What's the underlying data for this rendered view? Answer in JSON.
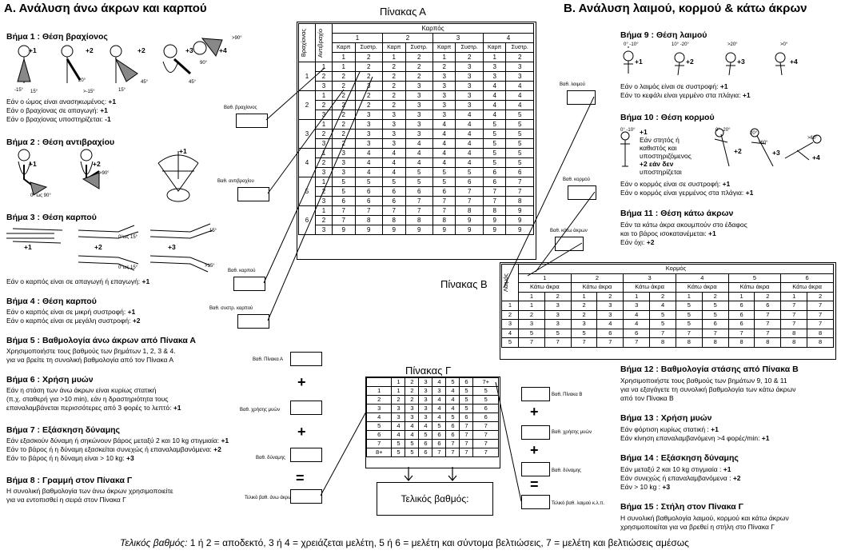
{
  "sectionA": {
    "title": "Α. Ανάλυση άνω άκρων και καρπού"
  },
  "sectionB": {
    "title": "Β. Ανάλυση λαιμού, κορμού & κάτω άκρων"
  },
  "step1": {
    "title": "Βήμα 1 : Θέση βραχίονος",
    "scores": [
      "+1",
      "+2",
      "+2",
      "+3",
      "+4"
    ],
    "angles": [
      "-15°",
      "15°",
      "20°",
      ">-15°",
      "15°",
      "45°",
      "45°",
      "90°",
      ">90°"
    ],
    "lines": [
      "Εάν ο ώμος είναι ανασηκωμένος: ",
      "Εάν ο βραχίονας σε απαγωγή: ",
      "Εάν ο βραχίονας υποστηρίζεται: "
    ],
    "vals": [
      "+1",
      "+1",
      "-1"
    ]
  },
  "step2": {
    "title": "Βήμα 2 : Θέση αντιβραχίου",
    "scores": [
      "+1",
      "+2",
      "+1"
    ],
    "angles": [
      "0° ως 90°",
      ">90°"
    ]
  },
  "step3": {
    "title": "Βήμα 3 : Θέση καρπού",
    "scores": [
      "+1",
      "+2",
      "+3"
    ],
    "angles": [
      "15°",
      "0°ως 15°",
      "0°ως 15°",
      ">15°"
    ],
    "line": "Εάν ο καρπός είναι σε απαγωγή ή επαγωγή: ",
    "val": "+1"
  },
  "step4": {
    "title": "Βήμα 4 : Θέση καρπού",
    "lines": [
      "Εάν ο καρπός είναι σε μικρή συστροφή: ",
      "Εάν ο καρπός είναι σε μεγάλη συστροφή: "
    ],
    "vals": [
      "+1",
      "+2"
    ]
  },
  "step5": {
    "title": "Βήμα 5 : Βαθμολογία άνω άκρων από Πίνακα Α",
    "lines": [
      "Χρησιμοποιήστε τους βαθμούς των βημάτων 1, 2, 3 & 4.",
      "για να βρείτε τη συνολική βαθμολογία από τον Πίνακα Α"
    ]
  },
  "step6": {
    "title": "Βήμα 6 : Χρήση μυών",
    "lines": [
      "Εάν η στάση των άνω άκρων είναι κυρίως στατική",
      "(π.χ. σταθερή  για >10 min), εάν η δραστηριότητα τους",
      "επαναλαμβάνεται περισσότερες από 3 φορές το λεπτό: "
    ],
    "val": "+1"
  },
  "step7": {
    "title": "Βήμα 7 : Εξάσκηση δύναμης",
    "lines": [
      "Εάν εξασκούν δύναμη ή σηκώνουν βάρος μεταξύ 2 και 10 kg στιγμιαία: ",
      "Εάν το βάρος ή η δύναμη εξασκείται συνεχώς ή επαναλαμβανόμενα: ",
      "Εάν το βάρος ή η δύναμη είναι > 10 kg: "
    ],
    "vals": [
      "+1",
      "+2",
      "+3"
    ]
  },
  "step8": {
    "title": "Βήμα 8 : Γραμμή στον Πίνακα Γ",
    "lines": [
      "Η συνολική βαθμολογία των άνω άκρων χρησιμοποιείτε",
      "για να εντοπισθεί η σειρά στον Πίνακα Γ"
    ]
  },
  "step9": {
    "title": "Βήμα 9 : Θέση λαιμού",
    "scores": [
      "+1",
      "+2",
      "+3",
      "+4"
    ],
    "angles": [
      "0° -10°",
      "10° -20°",
      ">20°",
      ">0°"
    ],
    "lines": [
      "Εάν ο λαιμός είναι σε συστροφή: ",
      "Εάν το κεφάλι είναι γερμένο στα πλάγια: "
    ],
    "vals": [
      "+1",
      "+1"
    ]
  },
  "step10": {
    "title": "Βήμα 10 : Θέση κορμού",
    "angles": [
      "0° -10°",
      "0° -20°",
      "20°",
      ">60°",
      ">60°"
    ],
    "text": [
      "+1",
      "Εάν στητός ή",
      "καθιστός και",
      "υποστηριζόμενος",
      "+2 εάν δεν",
      "υποστηρίζεται"
    ],
    "scores": [
      "+2",
      "+3",
      "+4"
    ],
    "lines": [
      "Εάν ο κορμός είναι σε συστροφή: ",
      "Εάν ο κορμός είναι γερμένος στα πλάγια: "
    ],
    "vals": [
      "+1",
      "+1"
    ]
  },
  "step11": {
    "title": "Βήμα 11 : Θέση κάτω άκρων",
    "lines": [
      "Εάν τα κάτω άκρα ακουμπούν στο έδαφος",
      "και  το βάρος ισοκατανέμεται: ",
      "Εάν όχι: "
    ],
    "vals": [
      "+1",
      "+2"
    ]
  },
  "step12": {
    "title": "Βήμα 12 : Βαθμολογία στάσης από Πίνακα Β",
    "lines": [
      "Χρησιμοποιήστε τους βαθμούς των βημάτων 9, 10 & 11",
      "για να εξαγάγετε τη συνολική βαθμολογία των κάτω άκρων",
      "από τον Πίνακα Β"
    ]
  },
  "step13": {
    "title": "Βήμα 13 : Χρήση μυών",
    "lines": [
      "Εάν φόρτιση κυρίως στατική : ",
      "Εάν  κίνηση επαναλαμβανόμενη >4 φορές/min: "
    ],
    "vals": [
      "+1",
      "+1"
    ]
  },
  "step14": {
    "title": "Βήμα 14 : Εξάσκηση δύναμης",
    "lines": [
      "Εάν μεταξύ 2 και 10 kg στιγμιαία : ",
      "Εάν συνεχώς ή επαναλαμβανόμενα : ",
      "Εάν > 10 kg : "
    ],
    "vals": [
      "+1",
      "+2",
      "+3"
    ]
  },
  "step15": {
    "title": "Βήμα 15 : Στήλη στον Πίνακα Γ",
    "lines": [
      "Η συνολική βαθμολογία λαιμού, κορμού και κάτω άκρων",
      "χρησιμοποιείται για να βρεθεί η στήλη στο Πίνακα Γ"
    ]
  },
  "labels": {
    "brachion": "Βαθ. βραχίονος",
    "antibrach": "Βαθ. αντιβραχίου",
    "karpos": "Βαθ. καρπού",
    "systrofi": "Βαθ. συστρ. καρπού",
    "pinakasA": "Βαθ. Πίνακα Α",
    "mus": "Βαθ. χρήσης μυών",
    "dynamis": "Βαθ. δύναμης",
    "telikoA": "Τελικό βαθ. άνω άκρων",
    "laimos": "Βαθ. λαιμού",
    "kormos": "Βαθ. κορμού",
    "kato": "Βαθ. κάτω άκρων",
    "pinakasB": "Βαθ. Πίνακα Β",
    "musB": "Βαθ. χρήσης μυών",
    "dynamisB": "Βαθ. δύναμης",
    "telikoB": "Τελικό βαθ. λαιμού κ.λ.π."
  },
  "tableA": {
    "title": "Πίνακας Α",
    "colHeader": "Καρπός",
    "rowHead1": "Βραχίονας",
    "rowHead2": "Αντιβραχίο",
    "groups": [
      "1",
      "2",
      "3",
      "4"
    ],
    "sub": [
      "Καρπ",
      "Συστρ.",
      "Καρπ",
      "Συστρ.",
      "Καρπ",
      "Συστρ.",
      "Καρπ",
      "Συστρ."
    ],
    "subnum": [
      "1",
      "2",
      "1",
      "2",
      "1",
      "2",
      "1",
      "2"
    ],
    "rows": [
      {
        "b": "1",
        "a": "1",
        "v": [
          "1",
          "2",
          "2",
          "2",
          "2",
          "3",
          "3",
          "3"
        ]
      },
      {
        "b": "",
        "a": "2",
        "v": [
          "2",
          "2",
          "2",
          "2",
          "3",
          "3",
          "3",
          "3"
        ]
      },
      {
        "b": "",
        "a": "3",
        "v": [
          "2",
          "3",
          "2",
          "3",
          "3",
          "3",
          "4",
          "4"
        ]
      },
      {
        "b": "2",
        "a": "1",
        "v": [
          "2",
          "2",
          "2",
          "3",
          "3",
          "3",
          "4",
          "4"
        ]
      },
      {
        "b": "",
        "a": "2",
        "v": [
          "2",
          "2",
          "2",
          "3",
          "3",
          "3",
          "4",
          "4"
        ]
      },
      {
        "b": "",
        "a": "3",
        "v": [
          "2",
          "3",
          "3",
          "3",
          "3",
          "4",
          "4",
          "5"
        ]
      },
      {
        "b": "3",
        "a": "1",
        "v": [
          "2",
          "3",
          "3",
          "3",
          "4",
          "4",
          "5",
          "5"
        ]
      },
      {
        "b": "",
        "a": "2",
        "v": [
          "2",
          "3",
          "3",
          "3",
          "4",
          "4",
          "5",
          "5"
        ]
      },
      {
        "b": "",
        "a": "3",
        "v": [
          "2",
          "3",
          "3",
          "4",
          "4",
          "4",
          "5",
          "5"
        ]
      },
      {
        "b": "4",
        "a": "1",
        "v": [
          "3",
          "4",
          "4",
          "4",
          "4",
          "4",
          "5",
          "5"
        ]
      },
      {
        "b": "",
        "a": "2",
        "v": [
          "3",
          "4",
          "4",
          "4",
          "4",
          "4",
          "5",
          "5"
        ]
      },
      {
        "b": "",
        "a": "3",
        "v": [
          "3",
          "4",
          "4",
          "5",
          "5",
          "5",
          "6",
          "6"
        ]
      },
      {
        "b": "5",
        "a": "1",
        "v": [
          "5",
          "5",
          "5",
          "5",
          "5",
          "6",
          "6",
          "7"
        ]
      },
      {
        "b": "",
        "a": "2",
        "v": [
          "5",
          "6",
          "6",
          "6",
          "6",
          "7",
          "7",
          "7"
        ]
      },
      {
        "b": "",
        "a": "3",
        "v": [
          "6",
          "6",
          "6",
          "7",
          "7",
          "7",
          "7",
          "8"
        ]
      },
      {
        "b": "6",
        "a": "1",
        "v": [
          "7",
          "7",
          "7",
          "7",
          "7",
          "8",
          "8",
          "9"
        ]
      },
      {
        "b": "",
        "a": "2",
        "v": [
          "7",
          "8",
          "8",
          "8",
          "8",
          "9",
          "9",
          "9"
        ]
      },
      {
        "b": "",
        "a": "3",
        "v": [
          "9",
          "9",
          "9",
          "9",
          "9",
          "9",
          "9",
          "9"
        ]
      }
    ]
  },
  "tableB": {
    "title": "Πίνακας Β",
    "colHeader": "Κορμός",
    "rowHead": "Λαιμός",
    "groups": [
      "1",
      "2",
      "3",
      "4",
      "5",
      "6"
    ],
    "sub": [
      "Κάτω άκρα",
      "Κάτω άκρα",
      "Κάτω άκρα",
      "Κάτω άκρα",
      "Κάτω άκρα",
      "Κάτω άκρα"
    ],
    "subnum": [
      "1",
      "2",
      "1",
      "2",
      "1",
      "2",
      "1",
      "2",
      "1",
      "2",
      "1",
      "2"
    ],
    "rows": [
      {
        "n": "1",
        "v": [
          "1",
          "3",
          "2",
          "3",
          "3",
          "4",
          "5",
          "5",
          "6",
          "6",
          "7",
          "7"
        ]
      },
      {
        "n": "2",
        "v": [
          "2",
          "3",
          "2",
          "3",
          "4",
          "5",
          "5",
          "5",
          "6",
          "7",
          "7",
          "7"
        ]
      },
      {
        "n": "3",
        "v": [
          "3",
          "3",
          "3",
          "4",
          "4",
          "5",
          "5",
          "6",
          "6",
          "7",
          "7",
          "7"
        ]
      },
      {
        "n": "4",
        "v": [
          "5",
          "5",
          "5",
          "6",
          "6",
          "7",
          "7",
          "7",
          "7",
          "7",
          "8",
          "8"
        ]
      },
      {
        "n": "5",
        "v": [
          "7",
          "7",
          "7",
          "7",
          "7",
          "8",
          "8",
          "8",
          "8",
          "8",
          "8",
          "8"
        ]
      }
    ]
  },
  "tableC": {
    "title": "Πίνακας Γ",
    "cols": [
      "1",
      "2",
      "3",
      "4",
      "5",
      "6",
      "7+"
    ],
    "rows": [
      {
        "n": "1",
        "v": [
          "1",
          "2",
          "3",
          "3",
          "4",
          "5",
          "5"
        ]
      },
      {
        "n": "2",
        "v": [
          "2",
          "2",
          "3",
          "4",
          "4",
          "5",
          "5"
        ]
      },
      {
        "n": "3",
        "v": [
          "3",
          "3",
          "3",
          "4",
          "4",
          "5",
          "6"
        ]
      },
      {
        "n": "4",
        "v": [
          "3",
          "3",
          "3",
          "4",
          "5",
          "6",
          "6"
        ]
      },
      {
        "n": "5",
        "v": [
          "4",
          "4",
          "4",
          "5",
          "6",
          "7",
          "7"
        ]
      },
      {
        "n": "6",
        "v": [
          "4",
          "4",
          "5",
          "6",
          "6",
          "7",
          "7"
        ]
      },
      {
        "n": "7",
        "v": [
          "5",
          "5",
          "6",
          "6",
          "7",
          "7",
          "7"
        ]
      },
      {
        "n": "8+",
        "v": [
          "5",
          "5",
          "6",
          "7",
          "7",
          "7",
          "7"
        ]
      }
    ]
  },
  "final": {
    "label": "Τελικός βαθμός:"
  },
  "footer": {
    "italic": "Τελικός βαθμός:",
    "text": " 1 ή 2 = αποδεκτό, 3 ή 4 = χρειάζεται μελέτη, 5 ή 6 = μελέτη και σύντομα βελτιώσεις, 7 = μελέτη και βελτιώσεις αμέσως"
  },
  "symbols": {
    "plus": "+",
    "equals": "="
  }
}
